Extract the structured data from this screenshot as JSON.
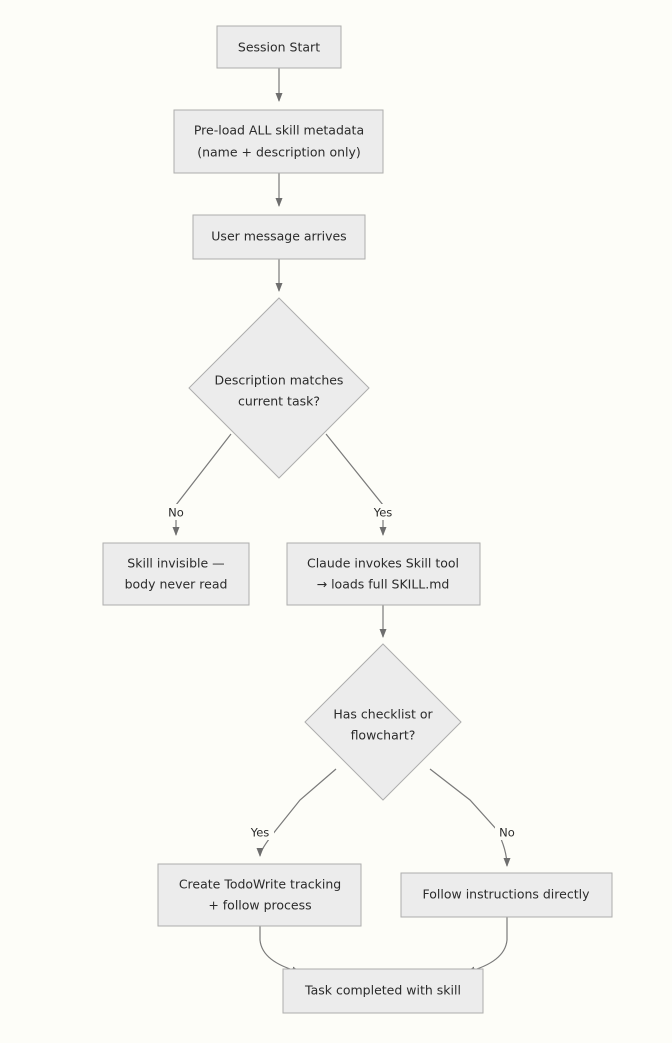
{
  "diagram": {
    "type": "flowchart",
    "direction": "top-down",
    "background_color": "#fdfdf8",
    "node_fill_color": "#ececec",
    "node_border_color": "#adadad",
    "edge_color": "#7a7a7a",
    "text_color": "#2b2b2b"
  },
  "nodes": {
    "session_start": {
      "id": "session_start",
      "shape": "rect",
      "lines": [
        "Session Start"
      ],
      "line1": "Session Start"
    },
    "preload": {
      "id": "preload",
      "shape": "rect",
      "lines": [
        "Pre-load ALL skill metadata",
        "(name + description only)"
      ],
      "line1": "Pre-load ALL skill metadata",
      "line2": "(name + description only)"
    },
    "user_message": {
      "id": "user_message",
      "shape": "rect",
      "lines": [
        "User message arrives"
      ],
      "line1": "User message arrives"
    },
    "description_matches": {
      "id": "description_matches",
      "shape": "diamond",
      "lines": [
        "Description matches",
        "current task?"
      ],
      "line1": "Description matches",
      "line2": "current task?"
    },
    "skill_invisible": {
      "id": "skill_invisible",
      "shape": "rect",
      "lines": [
        "Skill invisible —",
        "body never read"
      ],
      "line1": "Skill invisible —",
      "line2": "body never read"
    },
    "claude_invokes": {
      "id": "claude_invokes",
      "shape": "rect",
      "lines": [
        "Claude invokes Skill tool",
        "→ loads full SKILL.md"
      ],
      "line1": "Claude invokes Skill tool",
      "line2": "→ loads full SKILL.md"
    },
    "has_checklist": {
      "id": "has_checklist",
      "shape": "diamond",
      "lines": [
        "Has checklist or",
        "flowchart?"
      ],
      "line1": "Has checklist or",
      "line2": "flowchart?"
    },
    "create_todowrite": {
      "id": "create_todowrite",
      "shape": "rect",
      "lines": [
        "Create TodoWrite tracking",
        "+ follow process"
      ],
      "line1": "Create TodoWrite tracking",
      "line2": "+ follow process"
    },
    "follow_instructions": {
      "id": "follow_instructions",
      "shape": "rect",
      "lines": [
        "Follow instructions directly"
      ],
      "line1": "Follow instructions directly"
    },
    "task_completed": {
      "id": "task_completed",
      "shape": "rect",
      "lines": [
        "Task completed with skill"
      ],
      "line1": "Task completed with skill"
    }
  },
  "edges": {
    "e1": {
      "from": "session_start",
      "to": "preload",
      "label": ""
    },
    "e2": {
      "from": "preload",
      "to": "user_message",
      "label": ""
    },
    "e3": {
      "from": "user_message",
      "to": "description_matches",
      "label": ""
    },
    "e4": {
      "from": "description_matches",
      "to": "skill_invisible",
      "label": "No"
    },
    "e5": {
      "from": "description_matches",
      "to": "claude_invokes",
      "label": "Yes"
    },
    "e6": {
      "from": "claude_invokes",
      "to": "has_checklist",
      "label": ""
    },
    "e7": {
      "from": "has_checklist",
      "to": "create_todowrite",
      "label": "Yes"
    },
    "e8": {
      "from": "has_checklist",
      "to": "follow_instructions",
      "label": "No"
    },
    "e9": {
      "from": "create_todowrite",
      "to": "task_completed",
      "label": ""
    },
    "e10": {
      "from": "follow_instructions",
      "to": "task_completed",
      "label": ""
    }
  }
}
